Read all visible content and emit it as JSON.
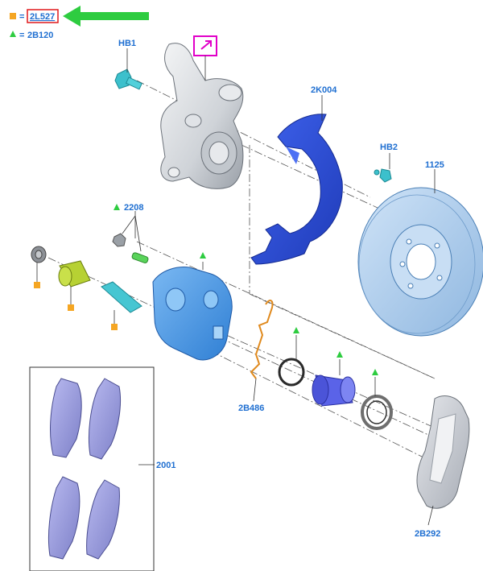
{
  "legend": {
    "square_code": "2L527",
    "triangle_code": "2B120",
    "equals": "="
  },
  "callouts": {
    "hb1": "HB1",
    "k2004": "2K004",
    "hb2": "HB2",
    "disc": "1125",
    "kit2208": "2208",
    "b2486": "2B486",
    "pads": "2001",
    "b2292": "2B292"
  },
  "colors": {
    "callout": "#1f6fd1",
    "square_marker": "#f5a623",
    "triangle_marker": "#2ecc40",
    "arrow": "#2ecc40",
    "highlight_box": "#e0181b",
    "nav_icon": "#e100c8",
    "knuckle": "#d9dce0",
    "shield": "#2c4fd6",
    "disc": "#a9c9ea",
    "caliper": "#4e9be6",
    "bolt": "#42c4cf",
    "pads": "#9a9ce0"
  },
  "icons": {
    "nav": "external-link-icon"
  }
}
